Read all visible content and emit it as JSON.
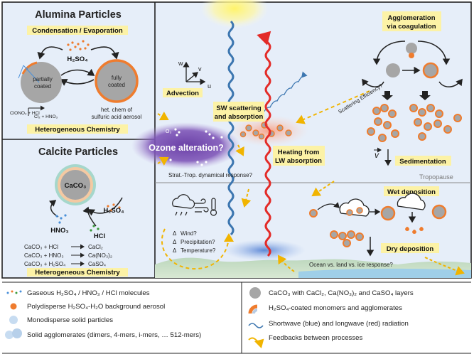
{
  "alumina": {
    "title": "Alumina Particles",
    "condensation": "Condensation / Evaporation",
    "h2so4": "H₂SO₄",
    "partially_1": "partially",
    "partially_2": "coated",
    "fully_1": "fully",
    "fully_2": "coated",
    "reaction_in": "ClONO₂ + HCl",
    "reaction_out": "Cl₂ + HNO₃",
    "het_chem_1": "het. chem of",
    "het_chem_2": "sulfuric acid aerosol",
    "theta": "θ",
    "heterogeneous": "Heterogeneous Chemistry"
  },
  "calcite": {
    "title": "Calcite Particles",
    "core": "CaCO₃",
    "h2so4": "H₂SO₄",
    "hno3": "HNO₃",
    "hcl": "HCl",
    "reactions": [
      {
        "left": "CaCO₃ + HCl",
        "right": "CaCl₂"
      },
      {
        "left": "CaCO₃ + HNO₃",
        "right": "Ca(NO₃)₂"
      },
      {
        "left": "CaCO₃ + H₂SO₄",
        "right": "CaSO₄"
      }
    ],
    "heterogeneous": "Heterogeneous Chemistry"
  },
  "center": {
    "advection": "Advection",
    "axis_w": "w",
    "axis_v": "v",
    "axis_u": "u",
    "sw_1": "SW scattering",
    "sw_2": "and absorption",
    "o3": "O₃",
    "ozone": "Ozone alteration?",
    "heating_1": "Heating from",
    "heating_2": "LW absorption",
    "strat_trop": "Strat.-Trop. dynamical response?",
    "tropopause": "Tropopause",
    "wind": "Wind?",
    "precip": "Precipitation?",
    "temp": "Temperature?",
    "delta": "Δ"
  },
  "right": {
    "agglomeration_1": "Agglomeration",
    "agglomeration_2": "via coagulation",
    "scattering_eff": "Scattering Efficiency?",
    "sedimentation": "Sedimentation",
    "velocity": "v",
    "wet_deposition": "Wet deposition",
    "dry_deposition": "Dry deposition",
    "ocean": "Ocean vs. land vs. ice response?"
  },
  "legend": {
    "left": [
      "Gaseous H₂SO₄ / HNO₃ / HCl molecules",
      "Polydisperse H₂SO₄-H₂O background aerosol",
      "Monodisperse solid particles",
      "Solid agglomerates (dimers, 4-mers, i-mers, … 512-mers)"
    ],
    "right": [
      "CaCO₃ with CaCl₂, Ca(NO₃)₂ and CaSO₄ layers",
      "H₂SO₄-coated monomers and agglomerates",
      "Shortwave (blue) and longwave (red) radiation",
      "Feedbacks between processes"
    ]
  },
  "colors": {
    "panel_bg": "#e6eef9",
    "label_yellow": "#fcf2a6",
    "orange": "#ef7c2e",
    "gray": "#9b9b9b",
    "blue_wave": "#3c76b0",
    "red_wave": "#e32b28",
    "purple": "#6d45a8"
  }
}
